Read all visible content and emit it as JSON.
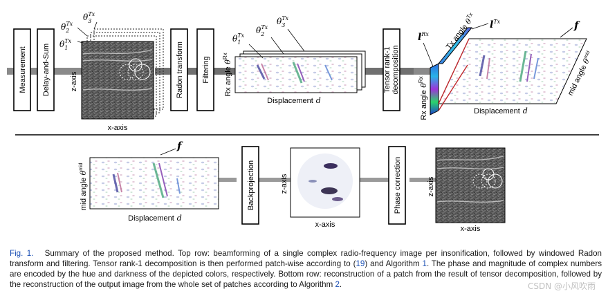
{
  "top_row": {
    "measurement": "Measurement",
    "delay_and_sum": "Delay-and-Sum",
    "radon": "Radon transform",
    "filtering": "Filtering",
    "tensor": [
      "Tensor rank-1",
      "decomposition"
    ],
    "z_axis": "z-axis",
    "x_axis": "x-axis",
    "theta_base": "θ",
    "theta_tx_sup": "Tx",
    "theta_sub": [
      "1",
      "2",
      "3"
    ],
    "rx_angle": "Rx angle",
    "theta_rx_sup": "Rx",
    "displacement": "Displacement",
    "d": "d",
    "l_rx": "l",
    "l_rx_sup": "Rx",
    "l_tx": "l",
    "l_tx_sup": "Tx",
    "tx_angle": "Tx angle",
    "f": "f",
    "mid_angle": "mid angle",
    "theta_mid_sup": "mid"
  },
  "bottom_row": {
    "f": "f",
    "mid_angle": "mid angle",
    "theta_base": "θ",
    "theta_mid_sup": "mid",
    "displacement": "Displacement",
    "d": "d",
    "backprojection": "Backprojection",
    "phase_correction": "Phase correction",
    "z_axis": "z-axis",
    "x_axis": "x-axis"
  },
  "caption": {
    "label": "Fig. 1.",
    "part1": "Summary of the proposed method. Top row: beamforming of a single complex radio-frequency image per insonification, followed by windowed Radon transform and filtering. Tensor rank-1 decomposition is then performed patch-wise according to (",
    "eq_ref": "19",
    "part2": ") and Algorithm ",
    "alg_ref": "1",
    "part3": ". The phase and magnitude of complex numbers are encoded by the hue and darkness of the depicted colors, respectively. Bottom row: reconstruction of a patch from the result of tensor decomposition, followed by the reconstruction of the output image from the whole set of patches according to Algorithm ",
    "alg_ref2": "2",
    "part4": "."
  },
  "watermark": "CSDN @小风吹雨"
}
